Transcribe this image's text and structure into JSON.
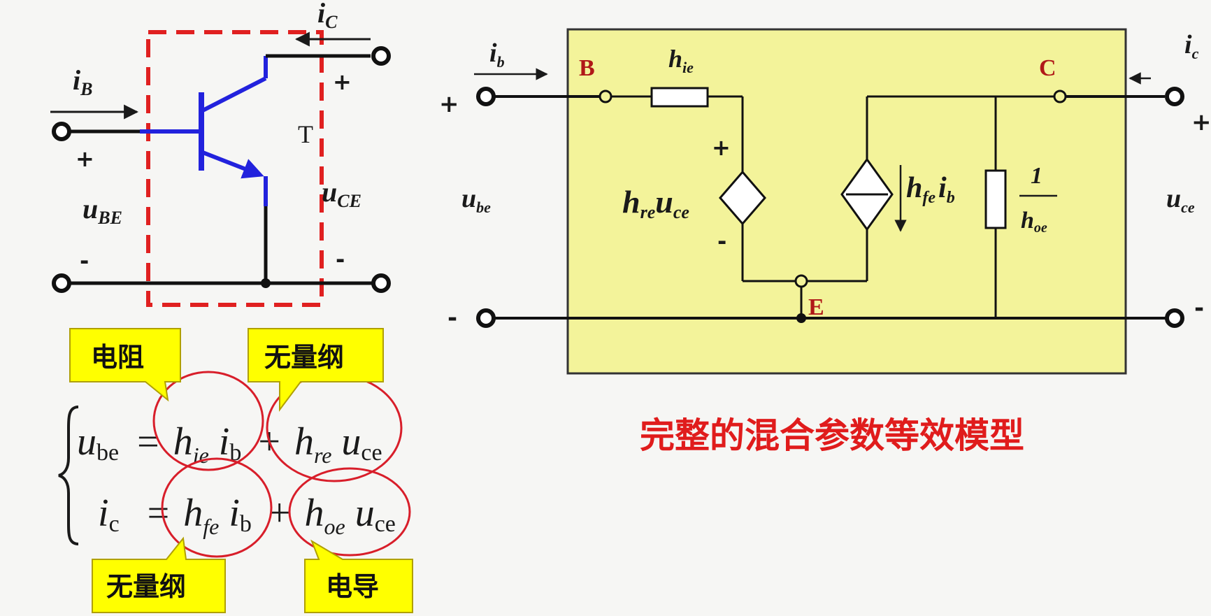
{
  "left_circuit": {
    "current_ib": "i",
    "current_ib_sub": "B",
    "current_ic": "i",
    "current_ic_sub": "C",
    "voltage_ube": "u",
    "voltage_ube_sub": "BE",
    "voltage_uce": "u",
    "voltage_uce_sub": "CE",
    "transistor_label": "T",
    "plus_in": "+",
    "minus_in": "-",
    "plus_out": "+",
    "minus_out": "-"
  },
  "equations": {
    "eq1": {
      "lhs": "u",
      "lhs_sub": "be",
      "eq": "=",
      "t1": "h",
      "t1_sub": "ie",
      "t1b": "i",
      "t1b_sub": "b",
      "plus": "+",
      "t2": "h",
      "t2_sub": "re",
      "t2b": "u",
      "t2b_sub": "ce"
    },
    "eq2": {
      "lhs": "i",
      "lhs_sub": "c",
      "eq": "=",
      "t1": "h",
      "t1_sub": "fe",
      "t1b": "i",
      "t1b_sub": "b",
      "plus": "+",
      "t2": "h",
      "t2_sub": "oe",
      "t2b": "u",
      "t2b_sub": "ce"
    }
  },
  "callouts": {
    "resistance": "电阻",
    "dimensionless_top": "无量纲",
    "dimensionless_bottom": "无量纲",
    "conductance": "电导"
  },
  "model": {
    "node_b": "B",
    "node_c": "C",
    "node_e": "E",
    "current_ib": "i",
    "current_ib_sub": "b",
    "current_ic": "i",
    "current_ic_sub": "c",
    "voltage_ube": "u",
    "voltage_ube_sub": "be",
    "voltage_uce": "u",
    "voltage_uce_sub": "ce",
    "hie": "h",
    "hie_sub": "ie",
    "vcvs": "h",
    "vcvs_sub": "re",
    "vcvs_u": "u",
    "vcvs_u_sub": "ce",
    "cccs": "h",
    "cccs_sub": "fe",
    "cccs_i": "i",
    "cccs_i_sub": "b",
    "frac_num": "1",
    "frac_den": "h",
    "frac_den_sub": "oe",
    "vcvs_plus": "+",
    "vcvs_minus": "-",
    "plus_in": "+",
    "minus_in": "-",
    "plus_out": "+",
    "minus_out": "-"
  },
  "caption": "完整的混合参数等效模型",
  "colors": {
    "model_fill": "#f3f39a",
    "dashed_box": "#e02020",
    "transistor": "#2222dd",
    "circle_mark": "#d81e2a",
    "callout_fill": "#ffff00",
    "caption": "#e01c1c"
  }
}
